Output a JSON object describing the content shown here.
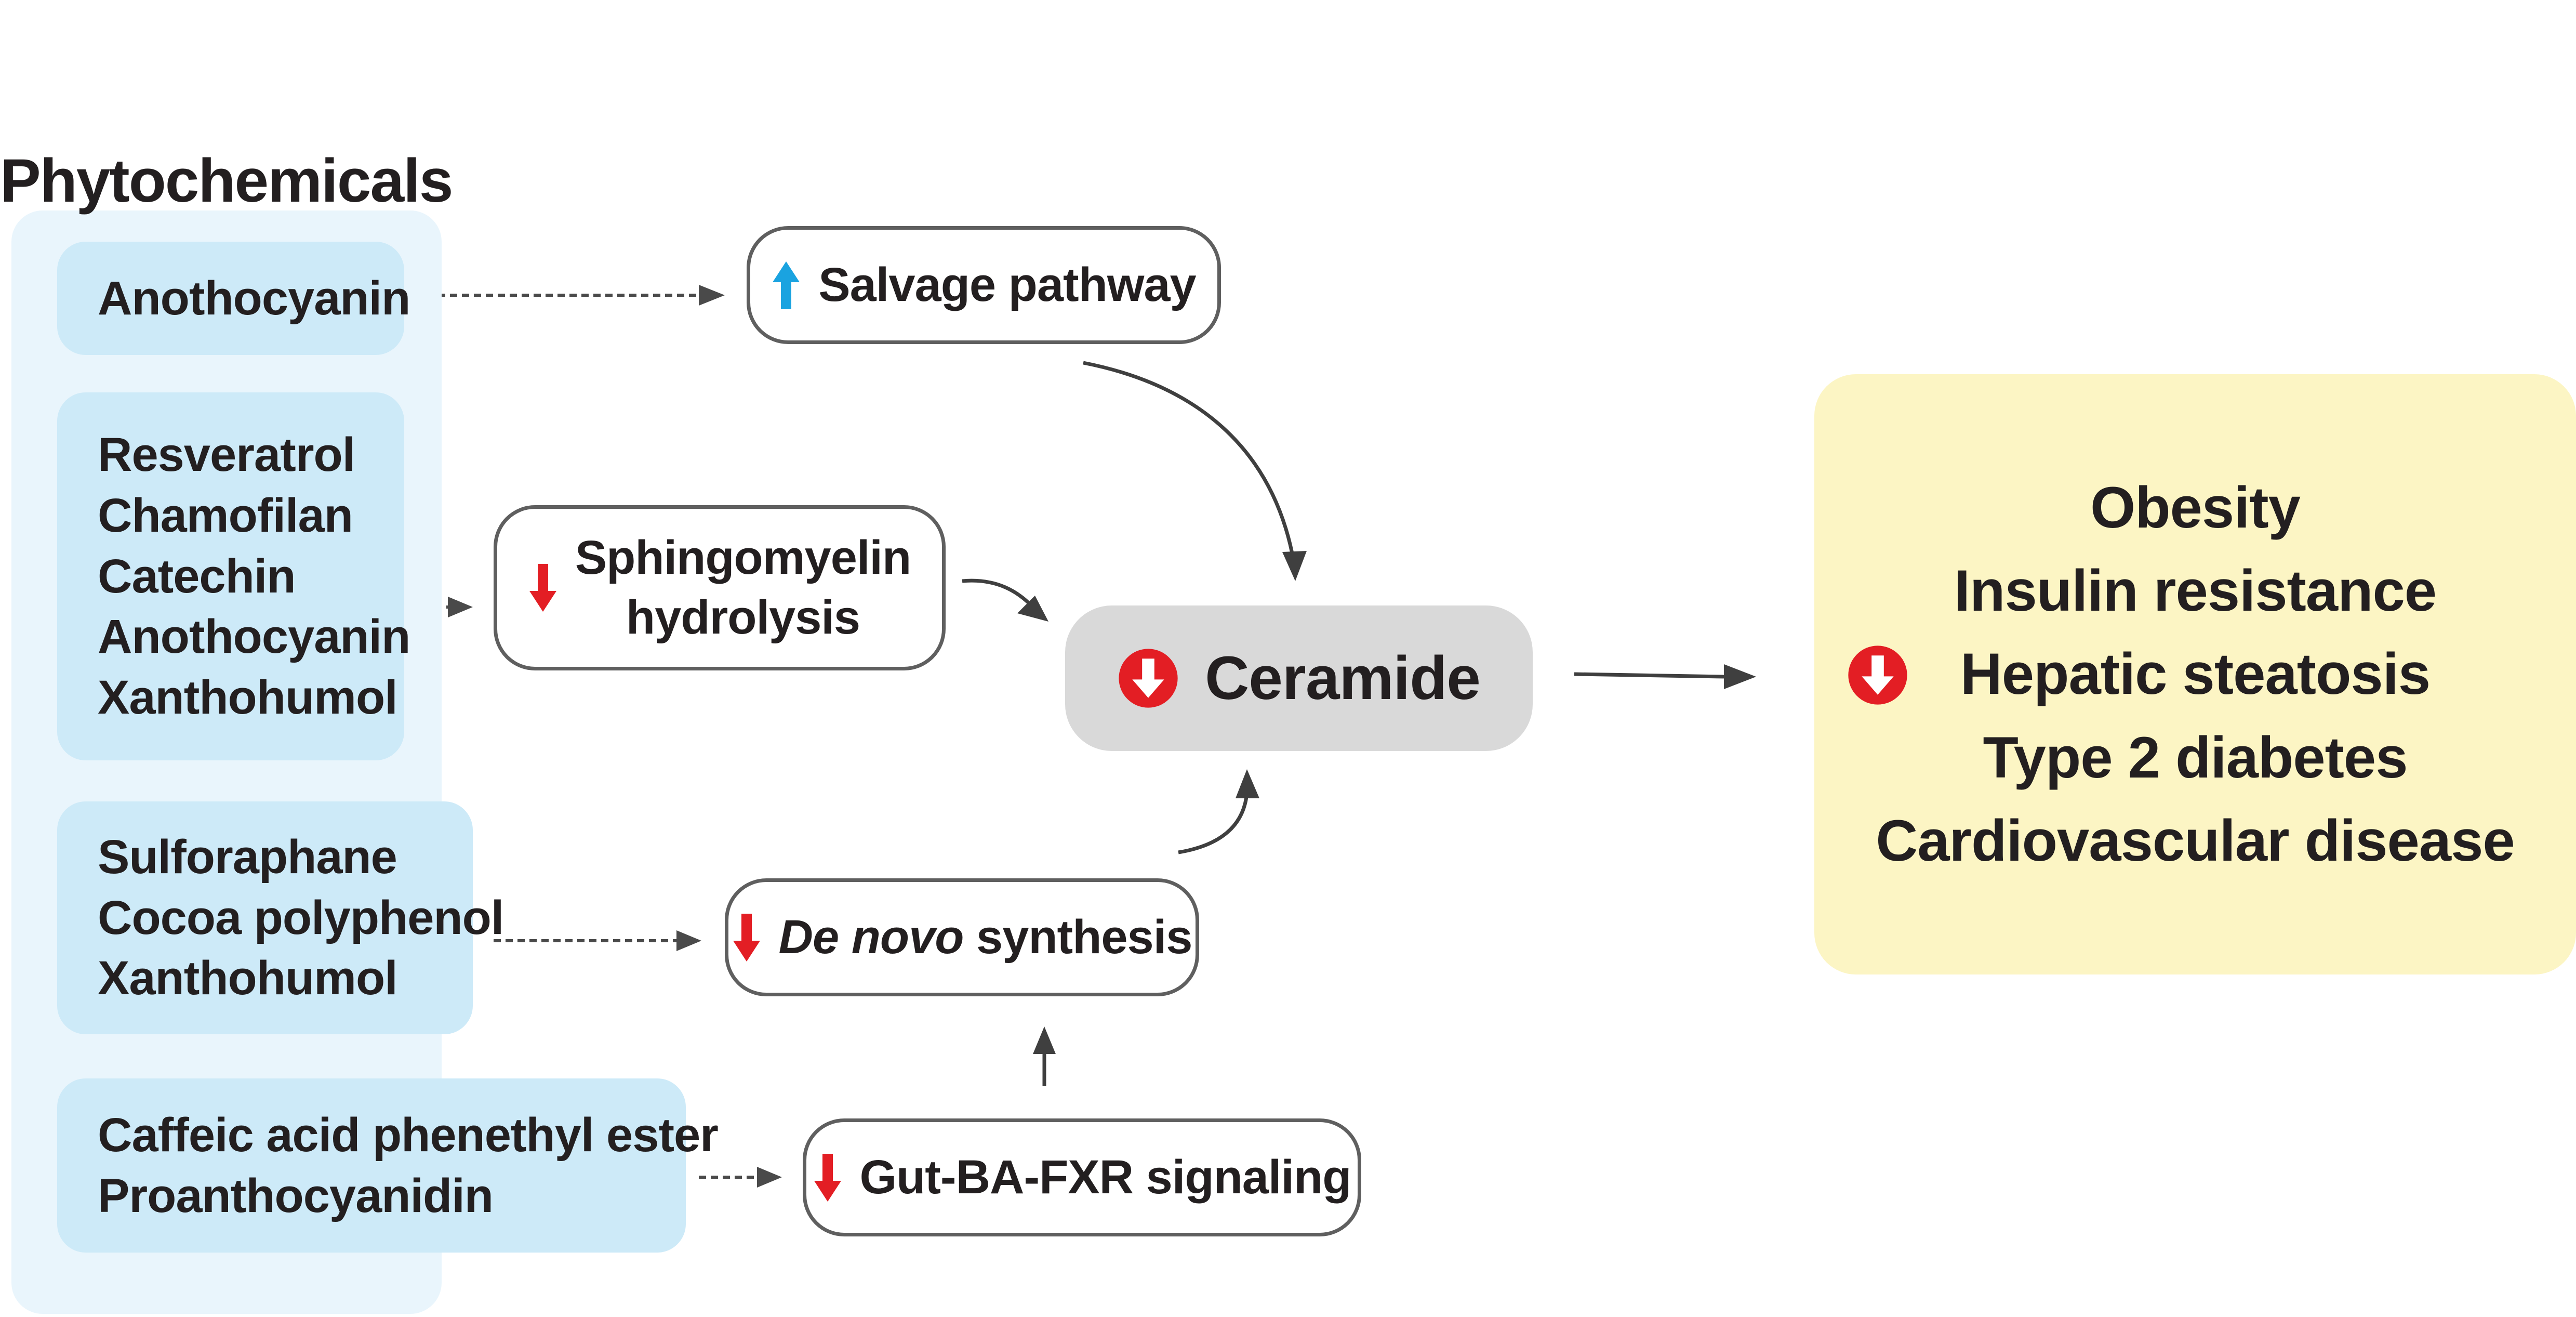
{
  "title": "Phytochemicals",
  "phytochemical_groups": [
    {
      "items": [
        "Anothocyanin"
      ]
    },
    {
      "items": [
        "Resveratrol",
        "Chamofilan",
        "Catechin",
        "Anothocyanin",
        "Xanthohumol"
      ]
    },
    {
      "items": [
        "Sulforaphane",
        "Cocoa polyphenol",
        "Xanthohumol"
      ]
    },
    {
      "items": [
        "Caffeic acid phenethyl ester",
        "Proanthocyanidin"
      ]
    }
  ],
  "pathways": [
    {
      "label": "Salvage pathway",
      "direction": "up",
      "arrow_color": "#1aa3e0"
    },
    {
      "label_lines": [
        "Sphingomyelin",
        "hydrolysis"
      ],
      "direction": "down",
      "arrow_color": "#e31e24"
    },
    {
      "label_italic": "De novo",
      "label_rest": " synthesis",
      "direction": "down",
      "arrow_color": "#e31e24"
    },
    {
      "label": "Gut-BA-FXR signaling",
      "direction": "down",
      "arrow_color": "#e31e24"
    }
  ],
  "center": {
    "label": "Ceramide",
    "direction": "down",
    "icon": "down-arrow-circle-icon",
    "icon_color": "#e31e24"
  },
  "outcomes": {
    "direction": "down",
    "icon": "down-arrow-circle-icon",
    "items": [
      "Obesity",
      "Insulin resistance",
      "Hepatic steatosis",
      "Type 2 diabetes",
      "Cardiovascular disease"
    ]
  },
  "colors": {
    "panel_background": "#e9f5fc",
    "chem_box": "#cdeaf8",
    "ceramide_box": "#d9d9d9",
    "outcome_box": "#fcf5c4",
    "decrease_red": "#e31e24",
    "increase_blue": "#1aa3e0",
    "connector_gray": "#555555"
  }
}
